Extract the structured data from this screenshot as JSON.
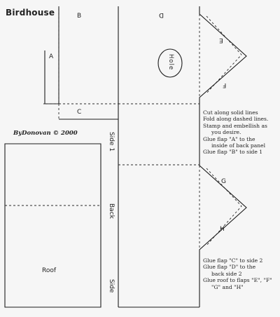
{
  "title": "Birdhouse",
  "credit": "ByDonovan © 2000",
  "flap_labels": {
    "a": "A",
    "b": "B",
    "c": "C",
    "d": "D",
    "e": "E",
    "f": "F",
    "g": "G",
    "h": "H"
  },
  "hole_label": "Hole",
  "panel_labels": {
    "side1": "Side 1",
    "back": "Back",
    "side2": "Side",
    "roof": "Roof"
  },
  "instructions_top": [
    "Cut along solid lines",
    "Fold along dashed lines.",
    "Stamp and embellish as",
    "you desire.",
    "Glue flap \"A\" to the",
    "inside of back panel",
    "Glue flap \"B\" to side 1"
  ],
  "instructions_bottom": [
    "Glue flap \"C\" to side 2",
    "Glue flap \"D\" to the",
    "back side 2",
    "Glue roof to flaps \"E\", \"F\"",
    "\"G\" and \"H\""
  ]
}
